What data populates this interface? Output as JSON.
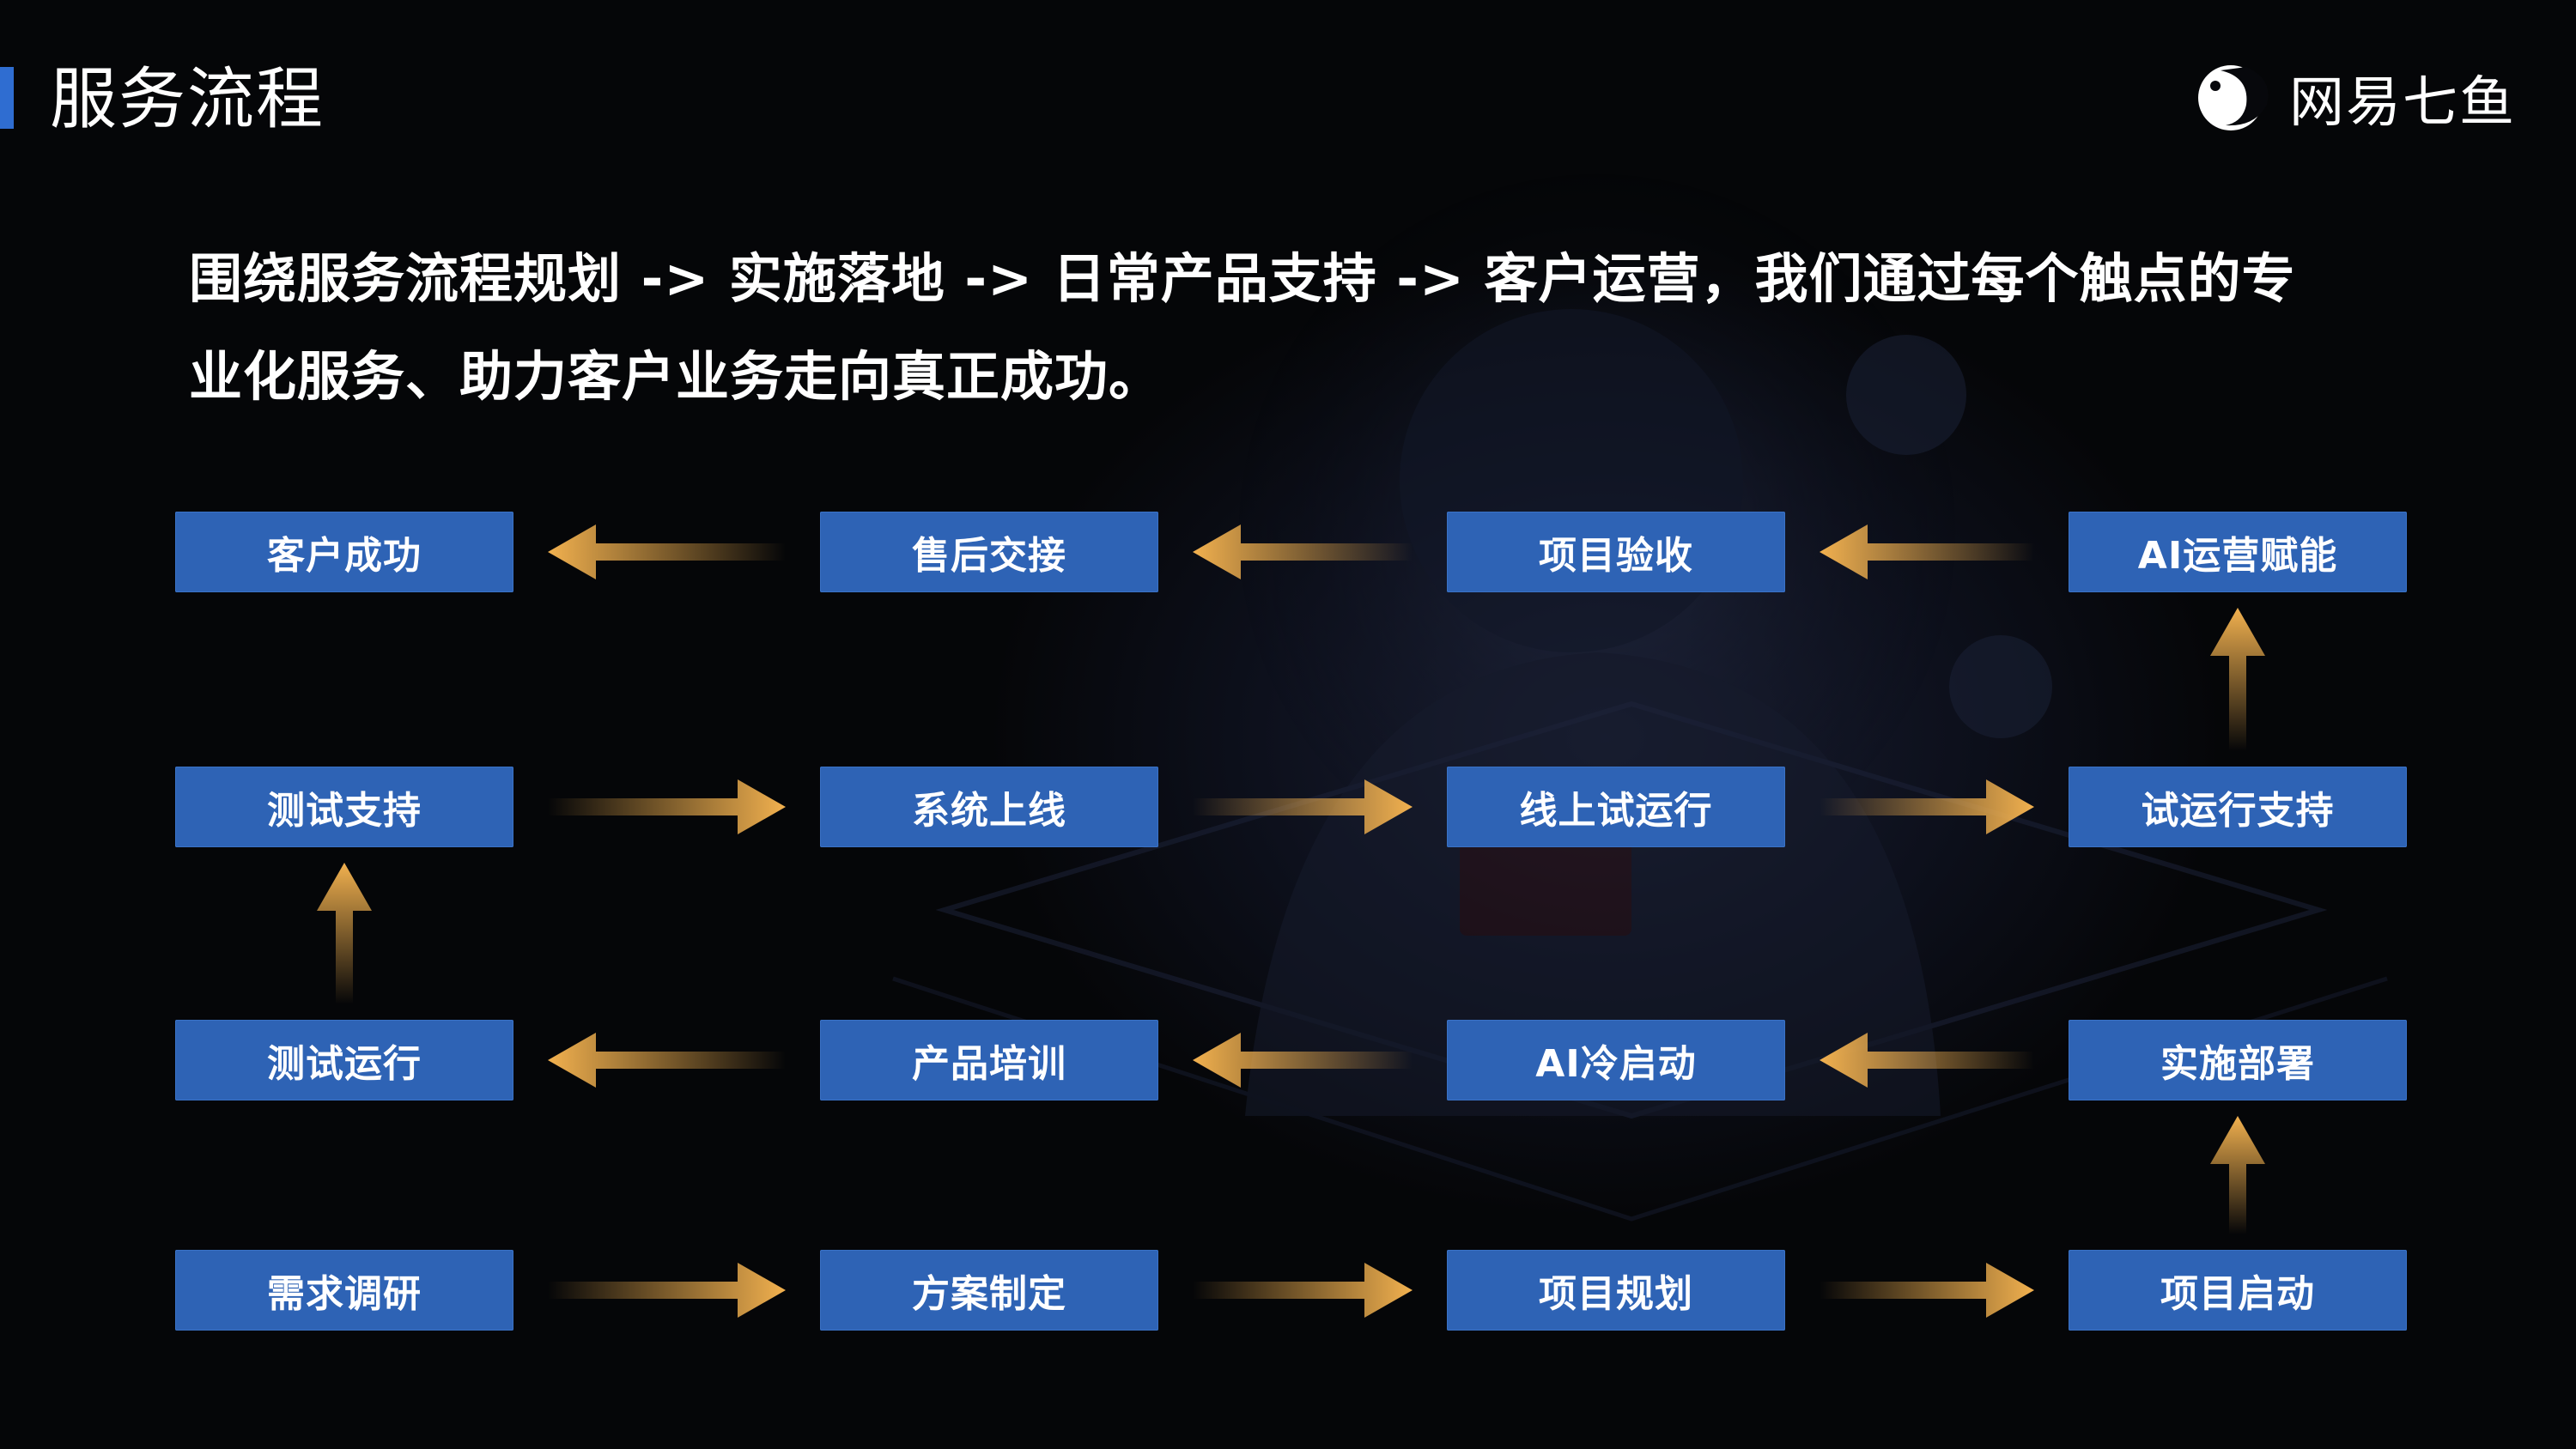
{
  "header": {
    "title": "服务流程",
    "brand_name": "网易七鱼",
    "accent_color": "#2f6dd1"
  },
  "intro": {
    "line1": "围绕服务流程规划 -> 实施落地 -> 日常产品支持 -> 客户运营，我们通过每个触点的专",
    "line2": "业化服务、助力客户业务走向真正成功。"
  },
  "flow": {
    "node_color": "#2e63b5",
    "arrow_color": "#f2b14f",
    "rows": [
      [
        "客户成功",
        "售后交接",
        "项目验收",
        "AI运营赋能"
      ],
      [
        "测试支持",
        "系统上线",
        "线上试运行",
        "试运行支持"
      ],
      [
        "测试运行",
        "产品培训",
        "AI冷启动",
        "实施部署"
      ],
      [
        "需求调研",
        "方案制定",
        "项目规划",
        "项目启动"
      ]
    ],
    "edges": [
      {
        "from": "需求调研",
        "to": "方案制定"
      },
      {
        "from": "方案制定",
        "to": "项目规划"
      },
      {
        "from": "项目规划",
        "to": "项目启动"
      },
      {
        "from": "项目启动",
        "to": "实施部署"
      },
      {
        "from": "实施部署",
        "to": "AI冷启动"
      },
      {
        "from": "AI冷启动",
        "to": "产品培训"
      },
      {
        "from": "产品培训",
        "to": "测试运行"
      },
      {
        "from": "测试运行",
        "to": "测试支持"
      },
      {
        "from": "测试支持",
        "to": "系统上线"
      },
      {
        "from": "系统上线",
        "to": "线上试运行"
      },
      {
        "from": "线上试运行",
        "to": "试运行支持"
      },
      {
        "from": "试运行支持",
        "to": "AI运营赋能"
      },
      {
        "from": "AI运营赋能",
        "to": "项目验收"
      },
      {
        "from": "项目验收",
        "to": "售后交接"
      },
      {
        "from": "售后交接",
        "to": "客户成功"
      }
    ]
  }
}
